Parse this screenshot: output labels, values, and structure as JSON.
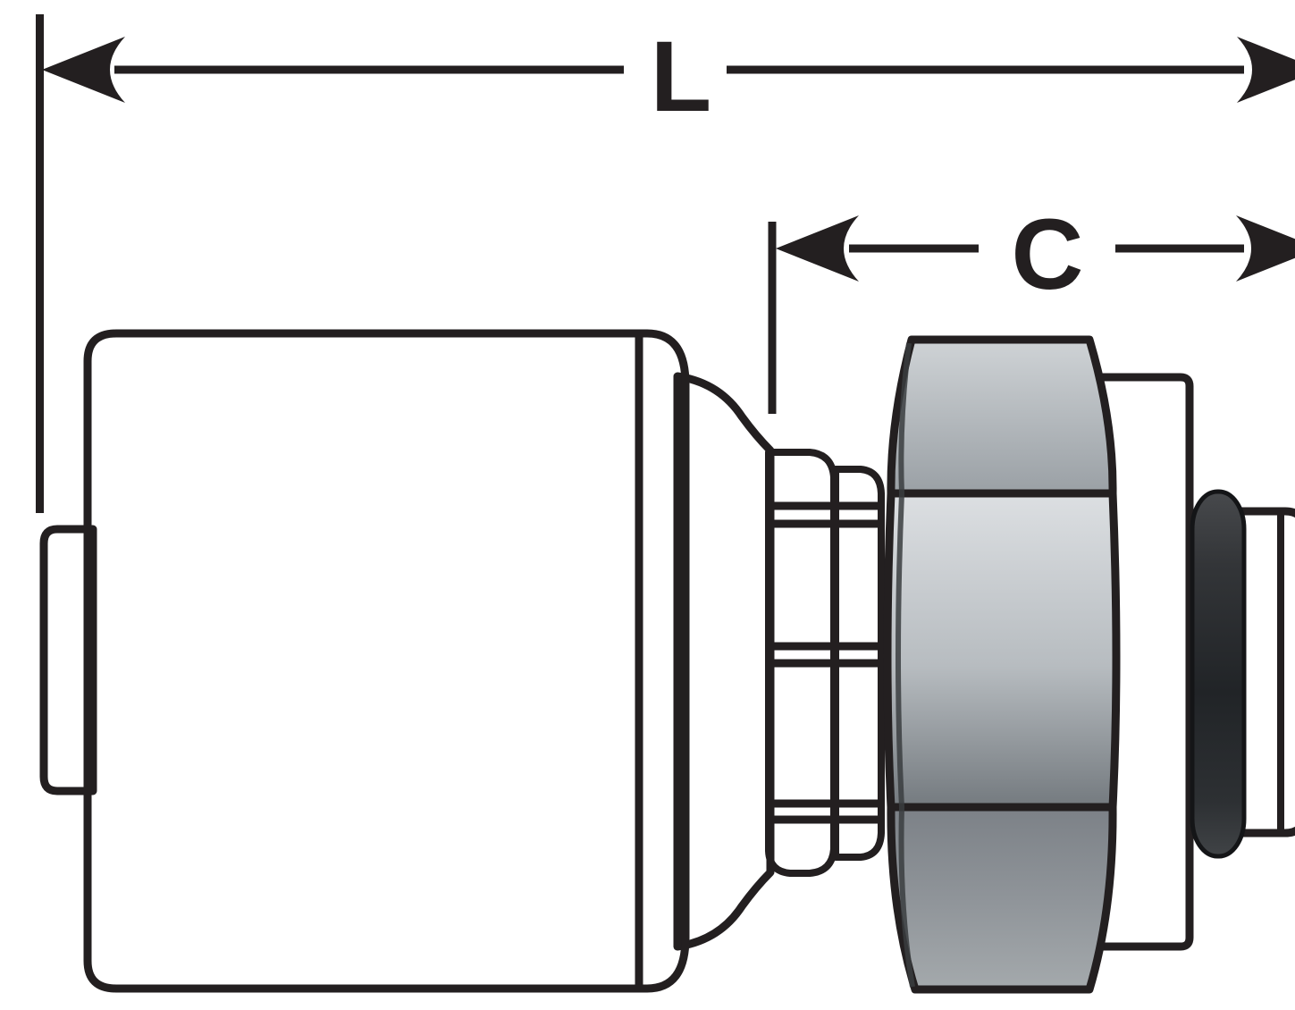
{
  "diagram": {
    "description": "Side-view technical drawing of a hydraulic hose crimp coupling with male O-ring boss end",
    "dimension_l": {
      "label": "L"
    },
    "dimension_c": {
      "label": "C"
    }
  },
  "colors": {
    "background": "#ffffff",
    "outline": "#231f20",
    "dimension": "#231f20",
    "metal-light": "#f3f4f5",
    "metal-mid": "#aab0b4",
    "metal-dark": "#6f757a",
    "oring": "#232629"
  }
}
